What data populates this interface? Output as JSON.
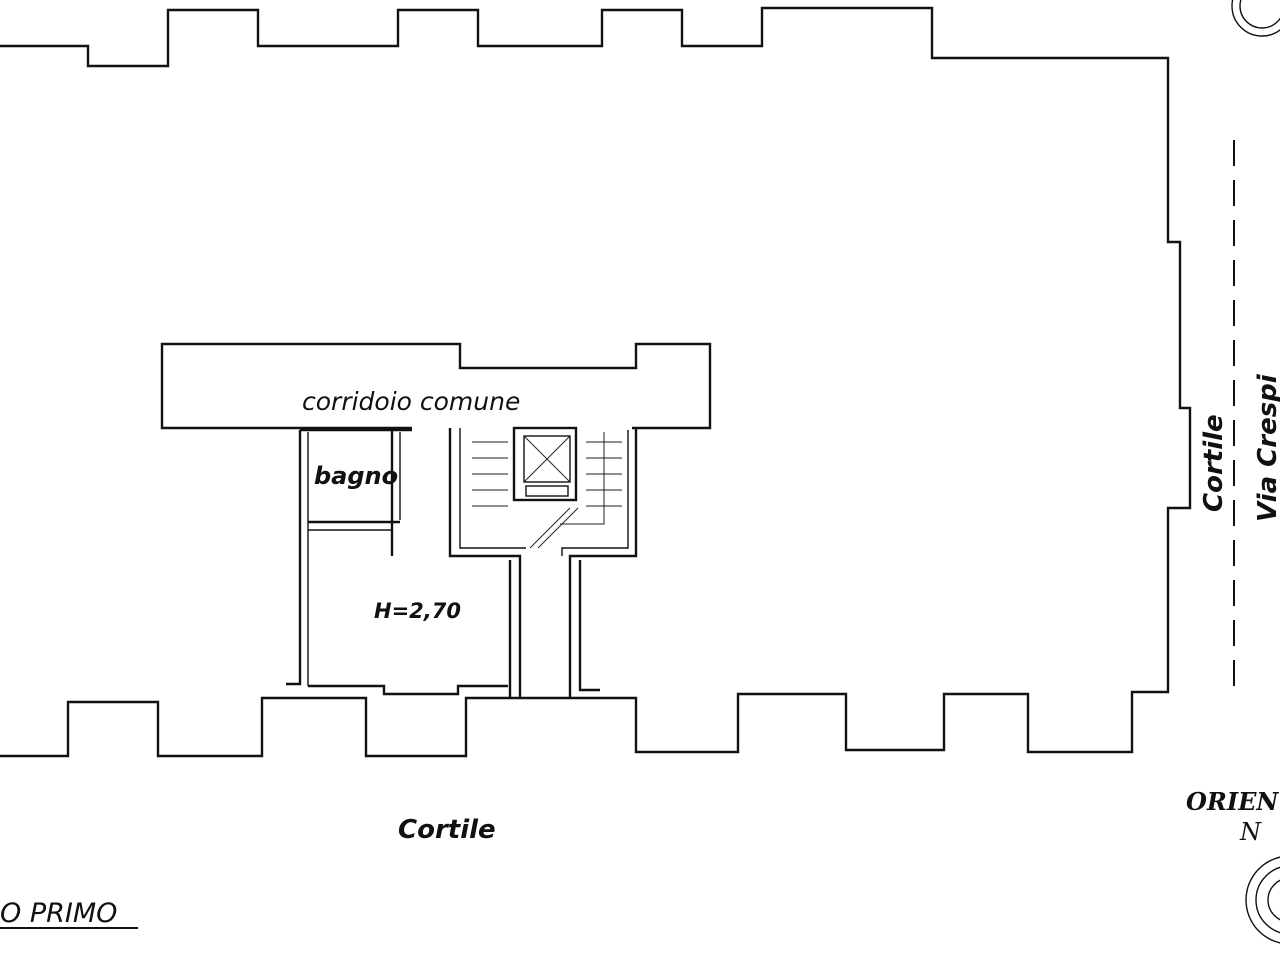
{
  "labels": {
    "corridor": "corridoio comune",
    "bathroom": "bagno",
    "height": "H=2,70",
    "courtyard_south": "Cortile",
    "courtyard_east": "Cortile",
    "street": "Via Crespi",
    "floor": "O PRIMO",
    "orientation": "ORIEN",
    "north": "N"
  },
  "colors": {
    "line": "#111111",
    "paper": "#ffffff"
  }
}
